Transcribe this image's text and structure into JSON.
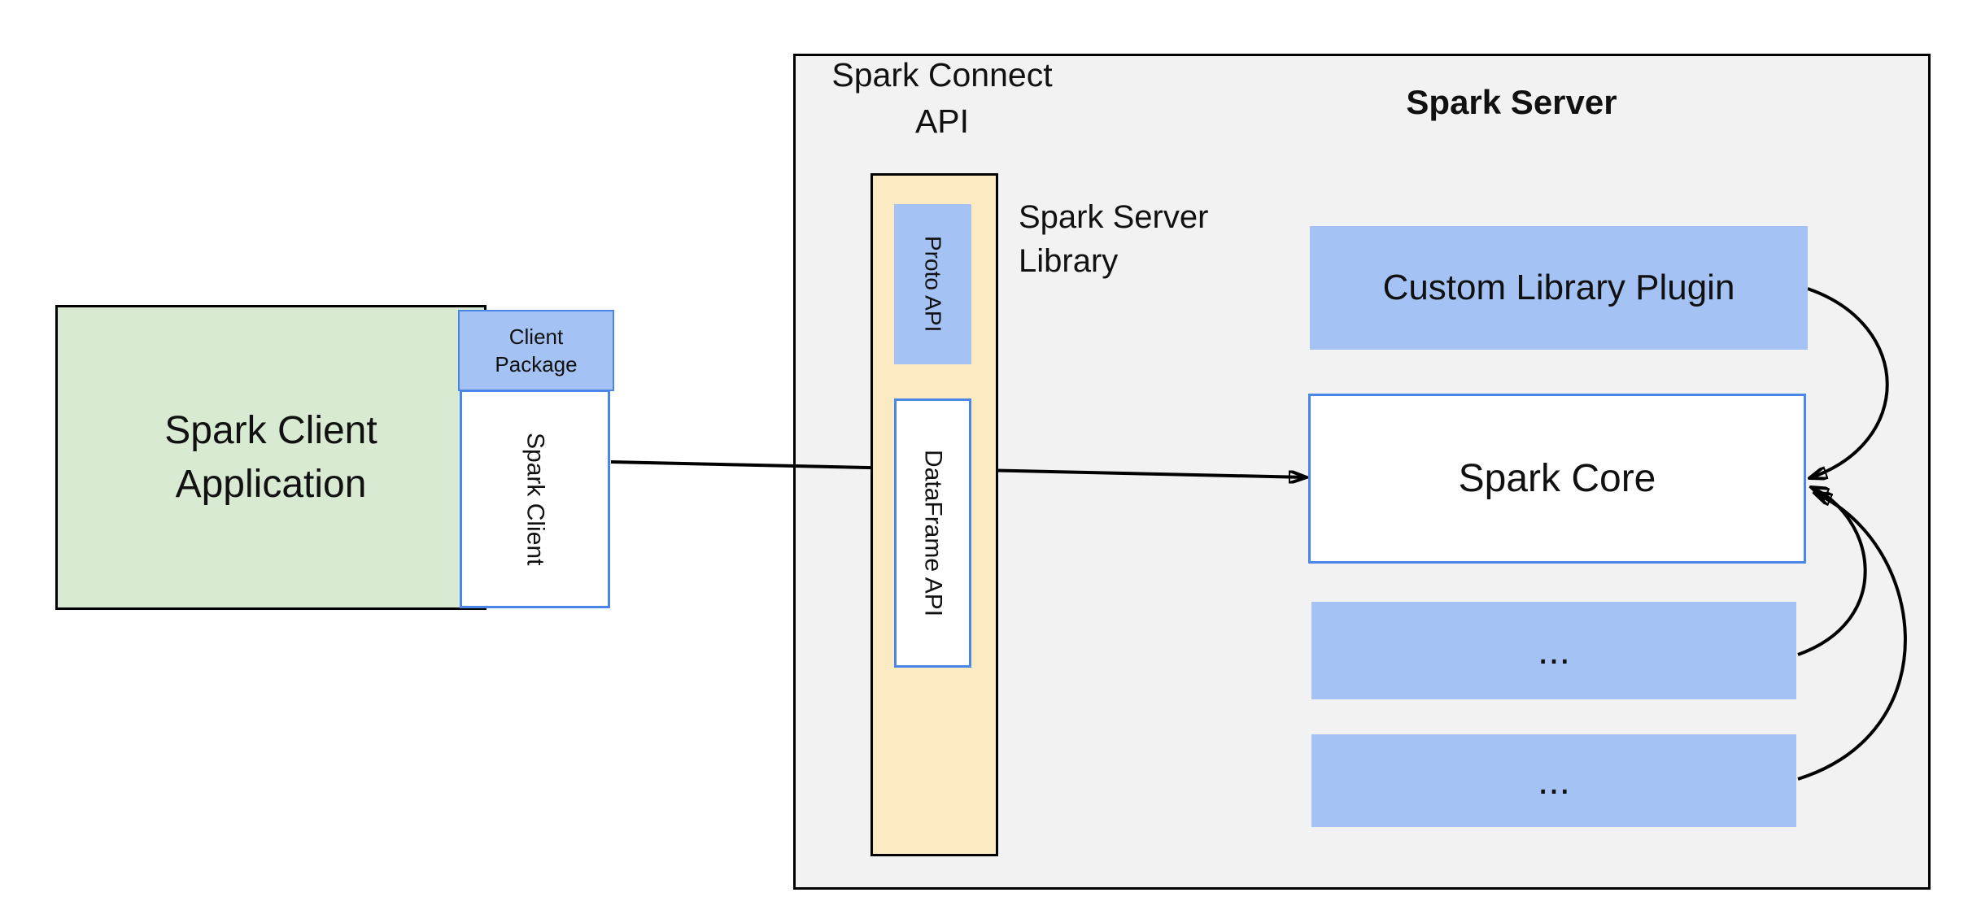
{
  "diagram": {
    "client": {
      "application_label": "Spark Client Application",
      "client_package_label": "Client Package",
      "spark_client_label": "Spark Client"
    },
    "connect": {
      "api_label": "Spark Connect API",
      "proto_api_label": "Proto API",
      "dataframe_api_label": "DataFrame API",
      "server_library_label": "Spark Server Library"
    },
    "server": {
      "title": "Spark Server",
      "custom_library_plugin_label": "Custom Library Plugin",
      "spark_core_label": "Spark Core",
      "ellipsis_1": "...",
      "ellipsis_2": "..."
    },
    "colors": {
      "green_fill": "#d9ead3",
      "blue_fill": "#a4c2f4",
      "blue_border": "#4a86e8",
      "yellow_fill": "#fcebc2",
      "panel_fill": "#f2f2f2",
      "line": "#000000"
    }
  }
}
